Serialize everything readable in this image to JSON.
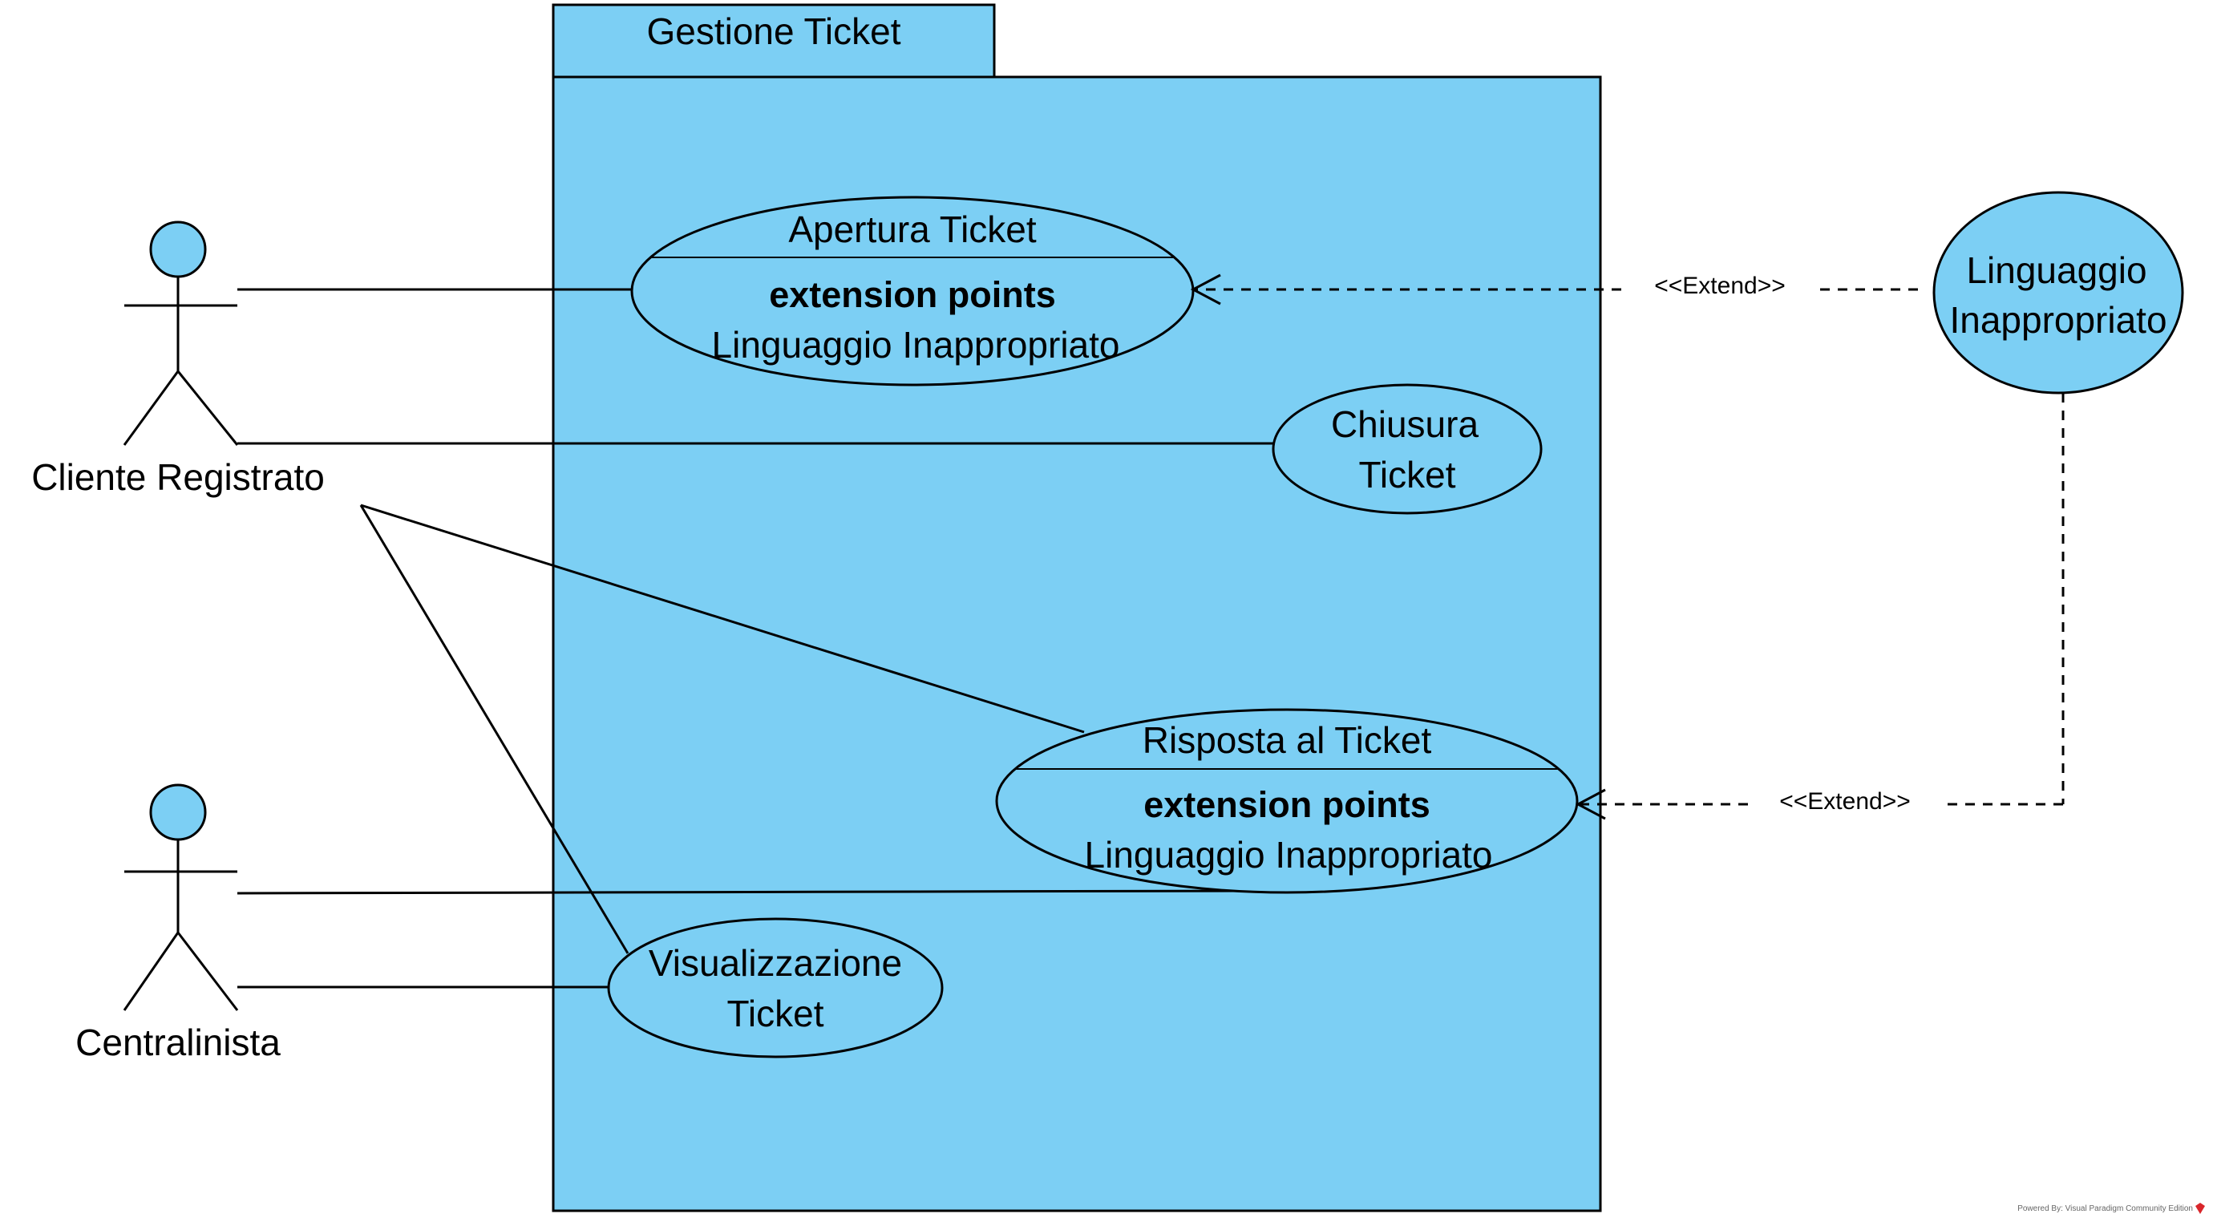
{
  "diagram": {
    "package": {
      "name": "Gestione Ticket"
    },
    "actors": [
      {
        "id": "cliente",
        "name": "Cliente Registrato"
      },
      {
        "id": "centralinista",
        "name": "Centralinista"
      }
    ],
    "use_cases": {
      "apertura": {
        "title": "Apertura Ticket",
        "ext_header": "extension points",
        "ext_point": "Linguaggio Inappropriato"
      },
      "chiusura": {
        "line1": "Chiusura",
        "line2": "Ticket"
      },
      "risposta": {
        "title": "Risposta al Ticket",
        "ext_header": "extension points",
        "ext_point": "Linguaggio Inappropriato"
      },
      "visualizzazione": {
        "line1": "Visualizzazione",
        "line2": "Ticket"
      },
      "linguaggio": {
        "line1": "Linguaggio",
        "line2": "Inappropriato"
      }
    },
    "relations": {
      "extend1_label": "<<Extend>>",
      "extend2_label": "<<Extend>>"
    },
    "colors": {
      "fill": "#7ccff4",
      "stroke": "#000000"
    },
    "footer": "Powered By: Visual Paradigm Community Edition"
  }
}
